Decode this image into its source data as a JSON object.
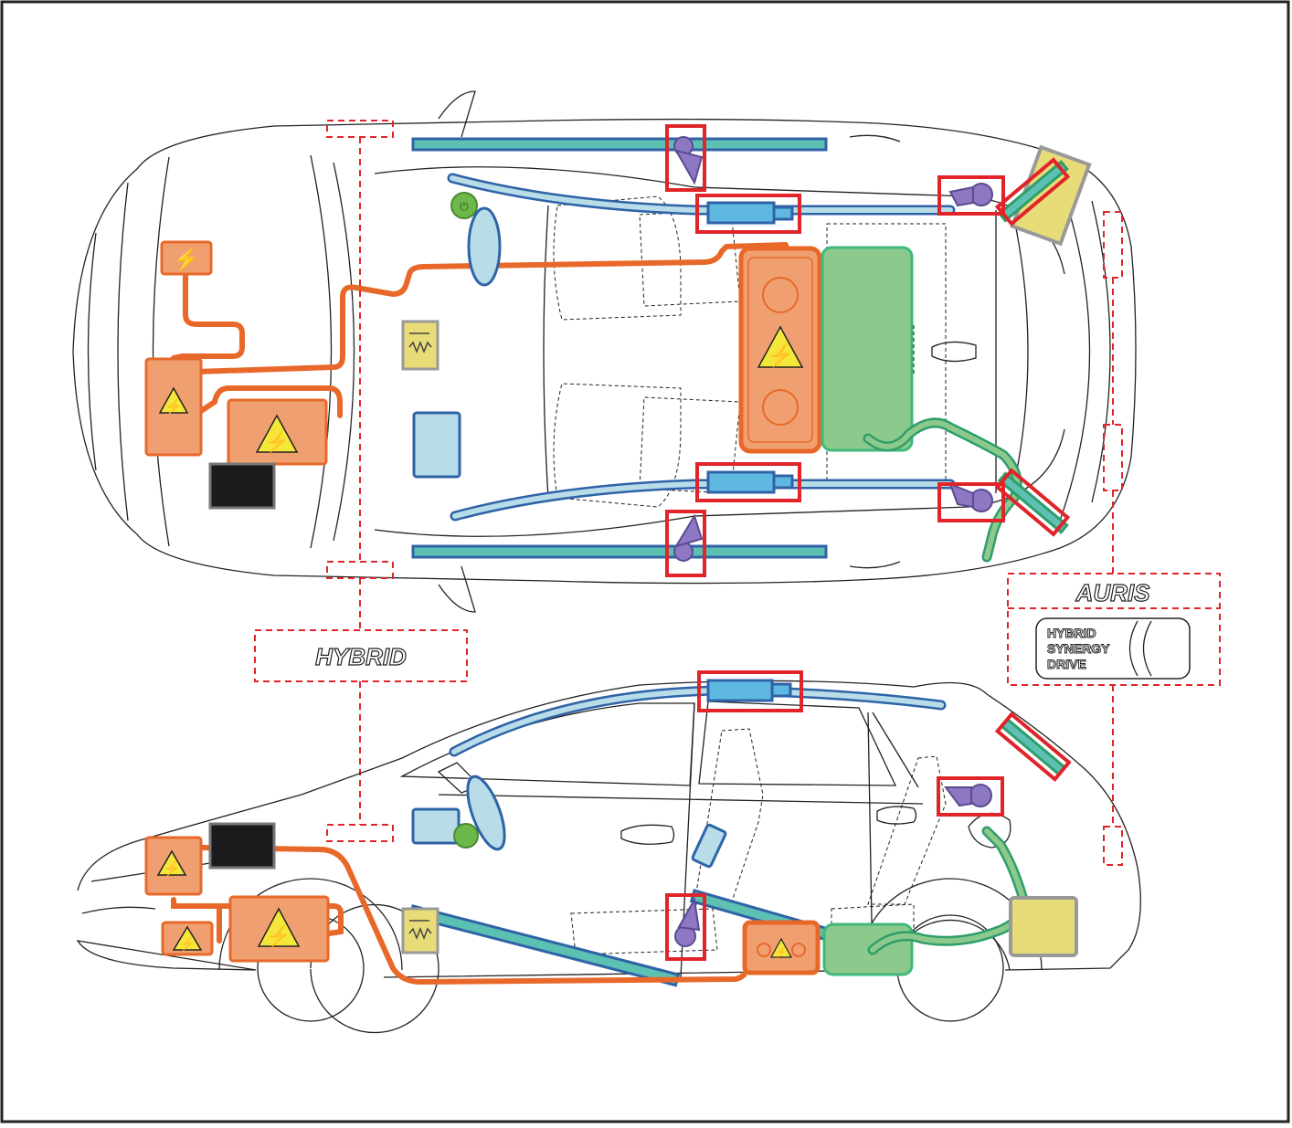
{
  "diagram": {
    "badges": {
      "hybrid": "HYBRID",
      "model": "AURIS",
      "hsd_lines": [
        "HYBRID",
        "SYNERGY",
        "DRIVE"
      ]
    },
    "warning_glyph": "⚡",
    "colors": {
      "high_voltage": "#f0a070",
      "high_voltage_stroke": "#e8682a",
      "airbag_inflator": "#5fb8e0",
      "airbag_stroke": "#2f63a8",
      "airbag_curtain": "#b8dde8",
      "reinforcement_bar": "#5cc1b2",
      "pretensioner": "#8e78c4",
      "fuel_tank": "#8cc98c",
      "fuel_line": "#3fb87a",
      "low_voltage_battery": "#e8dc78",
      "ecu": "#1c1a1c",
      "callout_frame": "#e0242a",
      "power_switch": "#6cb84a"
    }
  }
}
